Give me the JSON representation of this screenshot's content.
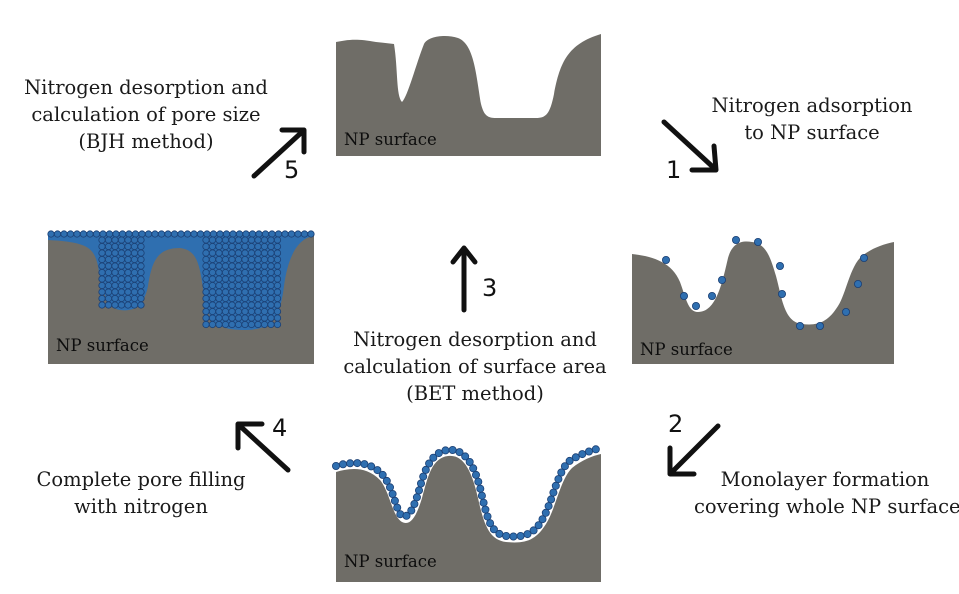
{
  "colors": {
    "surface": "#6f6d67",
    "molecule": "#2f6fb0",
    "molecule_dark": "#1b3f73",
    "arrow": "#111111"
  },
  "panels": {
    "top": {
      "label": "NP surface"
    },
    "right": {
      "label": "NP surface"
    },
    "bottom": {
      "label": "NP surface"
    },
    "left": {
      "label": "NP surface"
    }
  },
  "captions": {
    "step1": [
      "Nitrogen adsorption",
      "to NP surface"
    ],
    "step2": [
      "Monolayer formation",
      "covering whole NP surface"
    ],
    "step3": [
      "Nitrogen desorption and",
      "calculation of surface area",
      "(BET method)"
    ],
    "step4": [
      "Complete pore filling",
      "with nitrogen"
    ],
    "step5": [
      "Nitrogen desorption and",
      "calculation of pore size",
      "(BJH method)"
    ]
  },
  "steps": {
    "s1": "1",
    "s2": "2",
    "s3": "3",
    "s4": "4",
    "s5": "5"
  }
}
